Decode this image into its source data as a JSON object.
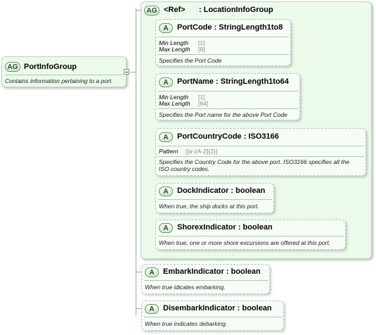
{
  "left_group": {
    "badge": "AG",
    "name": "PortInfoGroup",
    "doc": "Contains information pertaining to a port."
  },
  "ref_group": {
    "badge": "AG",
    "ref_label": "<Ref>",
    "name": ": LocationInfoGroup",
    "attributes": [
      {
        "badge": "A",
        "name": "PortCode",
        "type": ": StringLength1to8",
        "props": [
          {
            "key": "Min Length",
            "value": "[1]"
          },
          {
            "key": "Max Length",
            "value": "[8]"
          }
        ],
        "doc": "Specifies the Port Code"
      },
      {
        "badge": "A",
        "name": "PortName",
        "type": ": StringLength1to64",
        "props": [
          {
            "key": "Min Length",
            "value": "[1]"
          },
          {
            "key": "Max Length",
            "value": "[64]"
          }
        ],
        "doc": "Specifies the Port name for the above Port Code"
      },
      {
        "badge": "A",
        "name": "PortCountryCode",
        "type": ": ISO3166",
        "props": [
          {
            "key": "Pattern",
            "value": "[[a-zA-Z]{2}]"
          }
        ],
        "doc_line1": "Specifies the Country Code for the above port. ISO3166 specifies all the",
        "doc_line2": "ISO country codes."
      },
      {
        "badge": "A",
        "name": "DockIndicator",
        "type": ": boolean",
        "doc": "When true, the ship docks at this port."
      },
      {
        "badge": "A",
        "name": "ShorexIndicator",
        "type": ": boolean",
        "doc": "When true, one or more shore excursions are offered at this port."
      }
    ]
  },
  "outer_attributes": [
    {
      "badge": "A",
      "name": "EmbarkIndicator",
      "type": ": boolean",
      "doc": "When true idicates embarking."
    },
    {
      "badge": "A",
      "name": "DisembarkIndicator",
      "type": ": boolean",
      "doc": "When true indicates debarking."
    }
  ]
}
